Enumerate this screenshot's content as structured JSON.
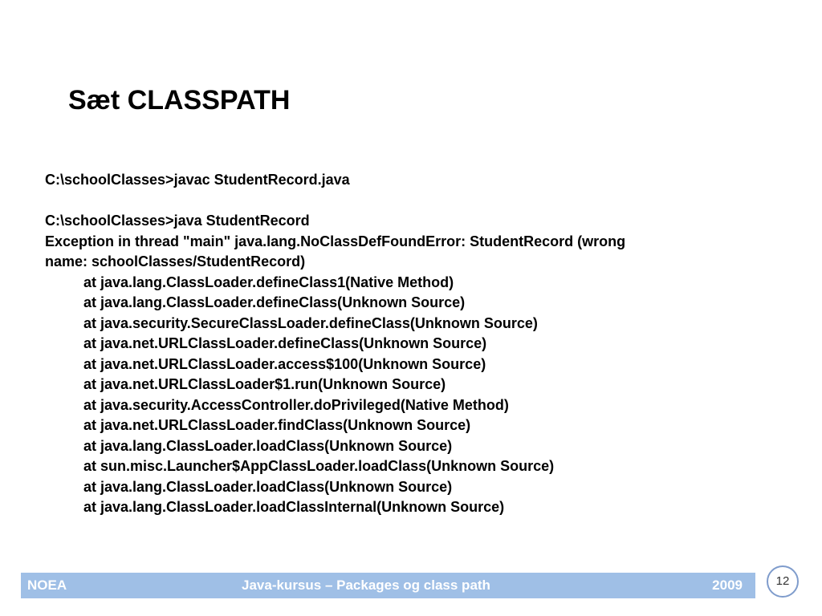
{
  "title": "Sæt CLASSPATH",
  "console": {
    "cmd1": "C:\\schoolClasses>javac StudentRecord.java",
    "cmd2": "C:\\schoolClasses>java StudentRecord",
    "error_line1": "Exception in thread \"main\" java.lang.NoClassDefFoundError: StudentRecord (wrong",
    "error_line2": "name: schoolClasses/StudentRecord)",
    "stack": [
      "at java.lang.ClassLoader.defineClass1(Native Method)",
      "at java.lang.ClassLoader.defineClass(Unknown Source)",
      "at java.security.SecureClassLoader.defineClass(Unknown Source)",
      "at java.net.URLClassLoader.defineClass(Unknown Source)",
      "at java.net.URLClassLoader.access$100(Unknown Source)",
      "at java.net.URLClassLoader$1.run(Unknown Source)",
      "at java.security.AccessController.doPrivileged(Native Method)",
      "at java.net.URLClassLoader.findClass(Unknown Source)",
      "at java.lang.ClassLoader.loadClass(Unknown Source)",
      "at sun.misc.Launcher$AppClassLoader.loadClass(Unknown Source)",
      "at java.lang.ClassLoader.loadClass(Unknown Source)",
      "at java.lang.ClassLoader.loadClassInternal(Unknown Source)"
    ]
  },
  "footer": {
    "left": "NOEA",
    "center": "Java-kursus – Packages og class path",
    "right": "2009",
    "bar_color": "#9fbfe6"
  },
  "page_number": "12"
}
